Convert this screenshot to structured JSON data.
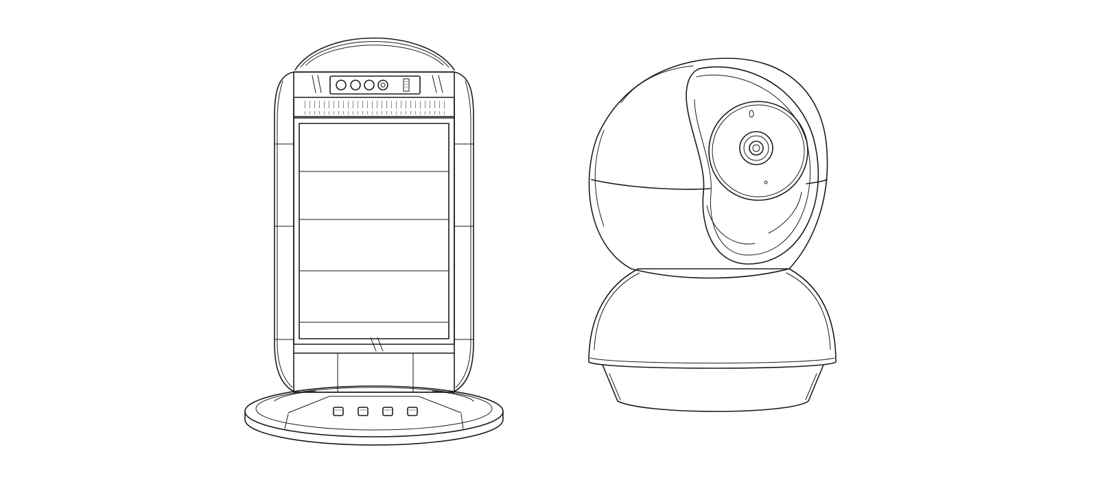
{
  "figure": {
    "background": "#ffffff",
    "line_color": "#1a1a1a",
    "items": [
      {
        "id": "heater",
        "icon": "halogen-heater-drawing",
        "control_knobs": 4,
        "base_buttons": 4
      },
      {
        "id": "camera",
        "icon": "dome-camera-drawing"
      }
    ]
  }
}
